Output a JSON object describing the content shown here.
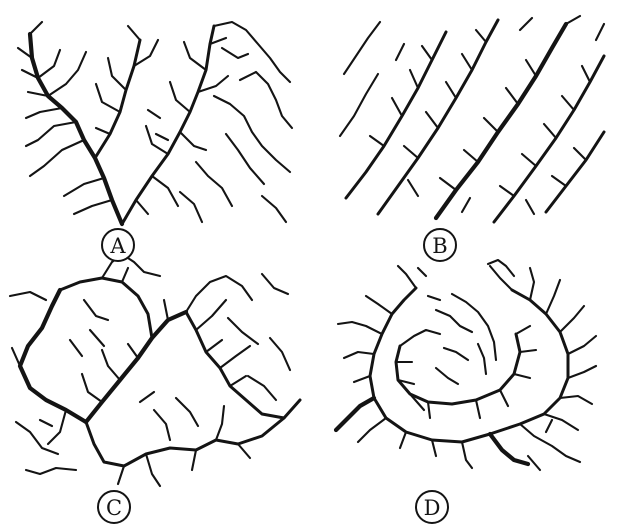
{
  "panels": [
    {
      "id": "a",
      "label": "A"
    },
    {
      "id": "b",
      "label": "B"
    },
    {
      "id": "c",
      "label": "C"
    },
    {
      "id": "d",
      "label": "D"
    }
  ]
}
